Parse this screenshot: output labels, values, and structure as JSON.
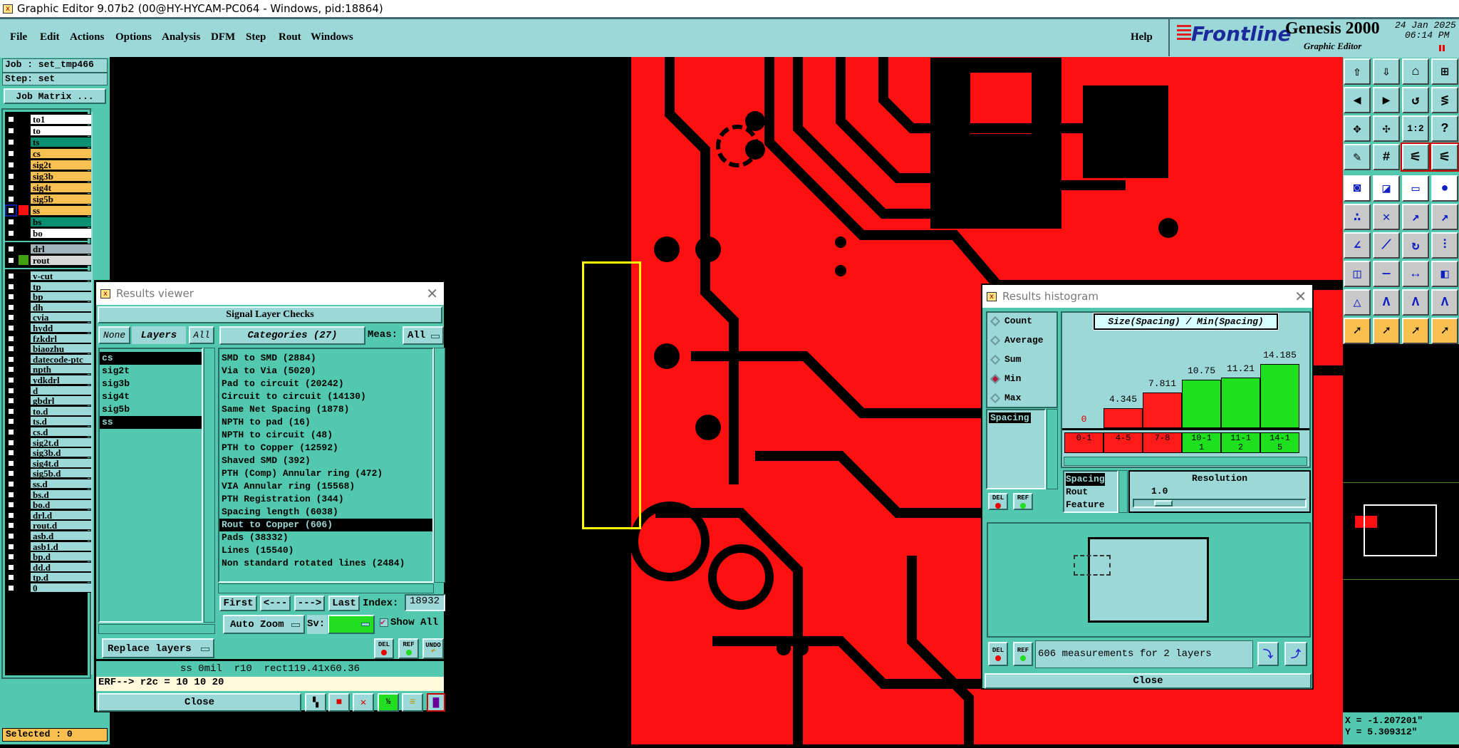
{
  "window": {
    "title": "Graphic Editor 9.07b2 (00@HY-HYCAM-PC064 - Windows, pid:18864)"
  },
  "menu": [
    "File",
    "Edit",
    "Actions",
    "Options",
    "Analysis",
    "DFM",
    "Step",
    "Rout",
    "Windows"
  ],
  "help": "Help",
  "brand": {
    "logo": "Frontline",
    "product": "Genesis 2000",
    "subtitle": "Graphic Editor",
    "date": "24 Jan 2025",
    "time": "06:14 PM"
  },
  "job": {
    "job": "Job : set_tmp466",
    "step": "Step: set",
    "matrix_button": "Job Matrix ..."
  },
  "layer_groups": [
    [
      {
        "name": "to1",
        "color": "#ffffff"
      },
      {
        "name": "to",
        "color": "#ffffff"
      },
      {
        "name": "ts",
        "color": "#0a9070"
      },
      {
        "name": "cs",
        "color": "#f8c050"
      },
      {
        "name": "sig2t",
        "color": "#f8c050"
      },
      {
        "name": "sig3b",
        "color": "#f8c050"
      },
      {
        "name": "sig4t",
        "color": "#f8c050"
      },
      {
        "name": "sig5b",
        "color": "#f8c050"
      },
      {
        "name": "ss",
        "color": "#f8c050",
        "work": true,
        "swatch": "#ff1010"
      },
      {
        "name": "bs",
        "color": "#0a9070"
      },
      {
        "name": "bo",
        "color": "#ffffff"
      }
    ],
    [
      {
        "name": "drl",
        "color": "#a0b4bc"
      },
      {
        "name": "rout",
        "color": "#d8d8d8",
        "swatch": "#40a010"
      }
    ],
    [
      {
        "name": "v-cut"
      },
      {
        "name": "tp"
      },
      {
        "name": "bp"
      },
      {
        "name": "dh"
      },
      {
        "name": "cvia"
      },
      {
        "name": "hydd"
      },
      {
        "name": "fzkdrl"
      },
      {
        "name": "biaozhu"
      },
      {
        "name": "datecode-ptc"
      },
      {
        "name": "npth"
      },
      {
        "name": "ydkdrl"
      },
      {
        "name": "d"
      },
      {
        "name": "gbdrl"
      },
      {
        "name": "to.d"
      },
      {
        "name": "ts.d"
      },
      {
        "name": "cs.d"
      },
      {
        "name": "sig2t.d"
      },
      {
        "name": "sig3b.d"
      },
      {
        "name": "sig4t.d"
      },
      {
        "name": "sig5b.d"
      },
      {
        "name": "ss.d"
      },
      {
        "name": "bs.d"
      },
      {
        "name": "bo.d"
      },
      {
        "name": "drl.d"
      },
      {
        "name": "rout.d"
      },
      {
        "name": "asb.d"
      },
      {
        "name": "asb1.d"
      },
      {
        "name": "bp.d"
      },
      {
        "name": "dd.d"
      },
      {
        "name": "tp.d"
      },
      {
        "name": "0"
      }
    ]
  ],
  "selected": "Selected : 0",
  "results_viewer": {
    "title": "Results viewer",
    "header": "Signal Layer Checks",
    "none": "None",
    "layers_label": "Layers",
    "all": "All",
    "categories_label": "Categories (27)",
    "meas_label": "Meas:",
    "meas_value": "All",
    "layers": [
      {
        "name": "cs",
        "selected": true
      },
      {
        "name": "sig2t"
      },
      {
        "name": "sig3b"
      },
      {
        "name": "sig4t"
      },
      {
        "name": "sig5b"
      },
      {
        "name": "ss",
        "selected": true
      }
    ],
    "categories": [
      {
        "name": "SMD to SMD (2884)"
      },
      {
        "name": "Via to Via (5020)"
      },
      {
        "name": "Pad to circuit (20242)"
      },
      {
        "name": "Circuit to circuit (14130)"
      },
      {
        "name": "Same Net Spacing (1878)"
      },
      {
        "name": "NPTH to pad (16)"
      },
      {
        "name": "NPTH to circuit (48)"
      },
      {
        "name": "PTH to Copper (12592)"
      },
      {
        "name": "Shaved SMD (392)"
      },
      {
        "name": "PTH (Comp) Annular ring (472)"
      },
      {
        "name": "VIA Annular ring (15568)"
      },
      {
        "name": "PTH Registration (344)"
      },
      {
        "name": "Spacing length (6038)"
      },
      {
        "name": "Rout to Copper (606)",
        "selected": true
      },
      {
        "name": "Pads (38332)"
      },
      {
        "name": "Lines (15540)"
      },
      {
        "name": "Non standard rotated lines (2484)"
      }
    ],
    "first": "First",
    "prev": "<---",
    "next": "--->",
    "last": "Last",
    "index_label": "Index:",
    "index_value": "18932",
    "auto_zoom": "Auto Zoom",
    "sv_label": "Sv:",
    "sv_color": "#22dd22",
    "show_all": "Show All",
    "show_all_checked": true,
    "replace_layers": "Replace layers",
    "del": "DEL",
    "ref": "REF",
    "undo": "UNDO",
    "status": "ss 0mil  r10  rect119.41x60.36",
    "erf": "ERF--> r2c = 10 10 20",
    "close": "Close"
  },
  "histogram": {
    "title": "Results histogram",
    "modes": [
      {
        "label": "Count"
      },
      {
        "label": "Average"
      },
      {
        "label": "Sum"
      },
      {
        "label": "Min",
        "selected": true
      },
      {
        "label": "Max"
      }
    ],
    "attr_list": [
      "Spacing"
    ],
    "group_list": [
      "Spacing",
      "Rout",
      "Feature"
    ],
    "resolution_label": "Resolution",
    "resolution_value": "1.0",
    "resolution_fraction": 0.1,
    "del": "DEL",
    "ref": "REF",
    "summary": "606 measurements for 2 layers",
    "close": "Close"
  },
  "chart_data": {
    "type": "bar",
    "title": "Size(Spacing) / Min(Spacing)",
    "categories": [
      "0-1",
      "4-5",
      "7-8",
      "10-11",
      "11-12",
      "14-15"
    ],
    "values": [
      0,
      4.345,
      7.811,
      10.75,
      11.21,
      14.185
    ],
    "value_labels": [
      "0",
      "4.345",
      "7.811",
      "10.75",
      "11.21",
      "14.185"
    ],
    "colors": [
      "#ff1a1a",
      "#ff1a1a",
      "#ff1a1a",
      "#1ee01e",
      "#1ee01e",
      "#1ee01e"
    ],
    "ylim": [
      0,
      15
    ]
  },
  "coords": {
    "x": "X = -1.207201\"",
    "y": "Y = 5.309312\""
  },
  "toolbar_icons": [
    "zoom-in-layer-icon",
    "zoom-out-layer-icon",
    "home-icon",
    "grid-xy-icon",
    "pan-left-icon",
    "pan-right-icon",
    "undo-view-icon",
    "snap-icon",
    "zoom-fit-icon",
    "zoom-center-icon",
    "scale-1-2-icon",
    "help-icon",
    "tools-palette-icon",
    "grid-icon",
    "netlist-icon",
    "netlist-compare-icon",
    "measure-pad-icon",
    "measure-edge-icon",
    "ruler-icon",
    "pad-icon",
    "connect-icon",
    "cross-icon",
    "point-to-point-icon",
    "center-to-center-icon",
    "angle-icon",
    "line-icon",
    "rotate-icon",
    "mirror-icon",
    "snap-feature-icon",
    "line-center-icon",
    "distance-icon",
    "overlap-icon",
    "triangle-icon",
    "arc-icon",
    "arch-icon",
    "arch-cross-icon",
    "select-icon",
    "select-box-icon",
    "select-polygon-icon",
    "select-net-icon"
  ]
}
